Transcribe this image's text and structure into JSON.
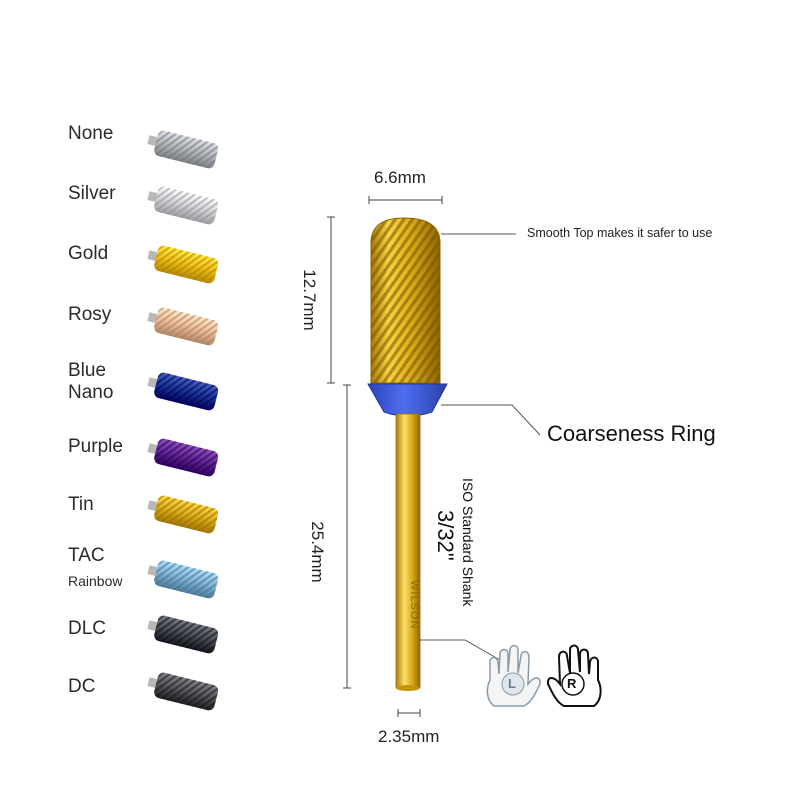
{
  "coatings": [
    {
      "label": "None",
      "color": "#b9bcc1"
    },
    {
      "label": "Silver",
      "color": "#d9dadd"
    },
    {
      "label": "Gold",
      "color": "#f2c51d"
    },
    {
      "label": "Rosy",
      "color": "#f0c3a3"
    },
    {
      "label": "Blue",
      "label2": "Nano",
      "color": "#1e3a9a"
    },
    {
      "label": "Purple",
      "color": "#6a2a99"
    },
    {
      "label": "Tin",
      "color": "#e0b21d"
    },
    {
      "label": "TAC",
      "label2": "Rainbow",
      "color": "#88b8d8"
    },
    {
      "label": "DLC",
      "color": "#50535a"
    },
    {
      "label": "DC",
      "color": "#5a5c60"
    }
  ],
  "dimensions": {
    "head_width": "6.6mm",
    "head_length": "12.7mm",
    "shank_length": "25.4mm",
    "shank_diameter": "2.35mm"
  },
  "callouts": {
    "smooth_top": "Smooth Top makes it safer to use",
    "coarseness_ring": "Coarseness Ring"
  },
  "shank": {
    "standard": "ISO Standard Shank",
    "size": "3/32\"",
    "brand": "WILSON"
  },
  "hands": {
    "left": "L",
    "right": "R"
  },
  "colors": {
    "gold_body": "#e3b71a",
    "ring_blue": "#3d5ad6"
  }
}
